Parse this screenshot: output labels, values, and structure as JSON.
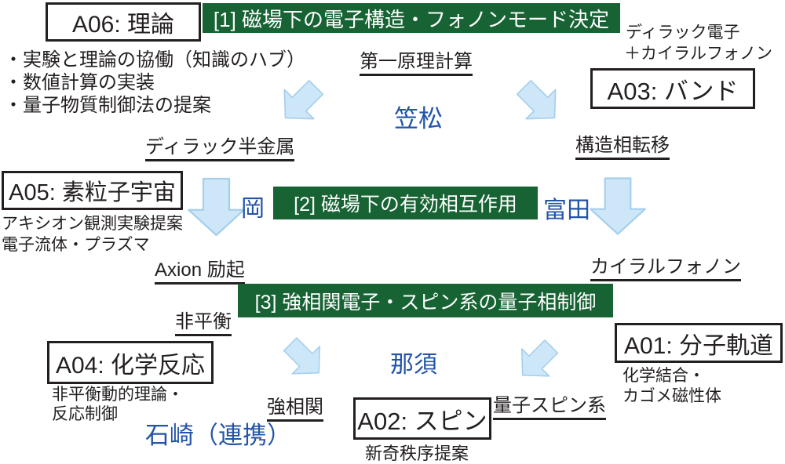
{
  "colors": {
    "green": "#176334",
    "blue": "#2454a8",
    "ink": "#231f20",
    "arrow_fill": "#cde7f8",
    "arrow_stroke": "#a5cfec"
  },
  "phases": {
    "p1": "[1] 磁場下の電子構造・フォノンモード決定",
    "p2": "[2] 磁場下の有効相互作用",
    "p3": "[3] 強相関電子・スピン系の量子相制御"
  },
  "groups": {
    "a06": {
      "title": "A06: 理論",
      "bullets": [
        "・実験と理論の協働（知識のハブ）",
        "・数値計算の実装",
        "・量子物質制御法の提案"
      ]
    },
    "a05": {
      "title": "A05: 素粒子宇宙",
      "notes": [
        "アキシオン観測実験提案",
        "電子流体・プラズマ"
      ]
    },
    "a04": {
      "title": "A04: 化学反応",
      "notes": [
        "非平衡動的理論・",
        "反応制御"
      ]
    },
    "a03": {
      "title": "A03: バンド",
      "notes": [
        "ディラック電子",
        "＋カイラルフォノン"
      ]
    },
    "a02": {
      "title": "A02: スピン",
      "notes": [
        "新奇秩序提案"
      ]
    },
    "a01": {
      "title": "A01: 分子軌道",
      "notes": [
        "化学結合・",
        "カゴメ磁性体"
      ]
    }
  },
  "names": {
    "kasamatsu": "笠松",
    "oka": "岡",
    "tomita": "富田",
    "nasu": "那須",
    "ishizaki": "石崎（連携）"
  },
  "keywords": {
    "first_principles": "第一原理計算",
    "dirac_semimetal": "ディラック半金属",
    "structural_transition": "構造相転移",
    "axion_excitation": "Axion 励起",
    "chiral_phonon": "カイラルフォノン",
    "nonequilibrium": "非平衡",
    "strongly_correlated": "強相関",
    "quantum_spin_system": "量子スピン系"
  }
}
